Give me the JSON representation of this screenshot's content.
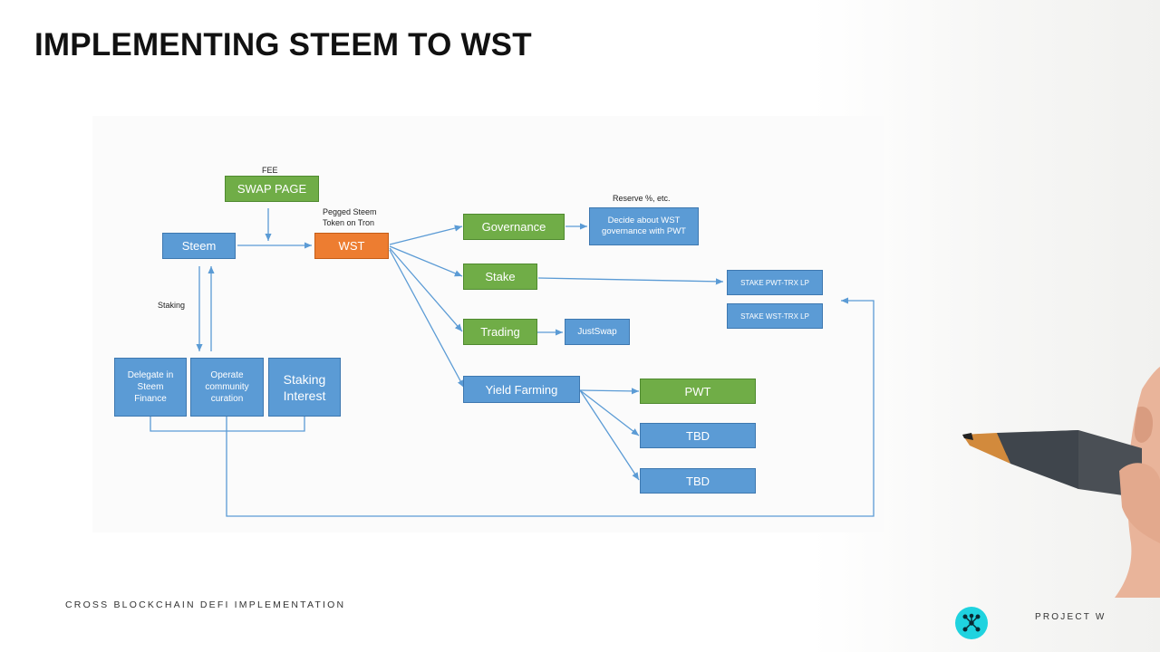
{
  "slide": {
    "title": "IMPLEMENTING STEEM TO WST",
    "footer_left": "CROSS BLOCKCHAIN DEFI IMPLEMENTATION",
    "footer_right": "PROJECT W",
    "logo_icon": "network-logo-icon",
    "accent_color": "#1fd3df"
  },
  "diagram": {
    "colors": {
      "blue": "#5b9bd5",
      "green": "#70ad47",
      "orange": "#ed7d31",
      "line": "#5b9bd5"
    },
    "labels": {
      "fee": "FEE",
      "pegged_1": "Pegged Steem",
      "pegged_2": "Token on Tron",
      "reserve": "Reserve %, etc.",
      "staking": "Staking"
    },
    "nodes": {
      "swap_page": "SWAP PAGE",
      "steem": "Steem",
      "wst": "WST",
      "governance": "Governance",
      "decide_1": "Decide about WST",
      "decide_2": "governance with PWT",
      "stake": "Stake",
      "trading": "Trading",
      "justswap": "JustSwap",
      "yield_farming": "Yield Farming",
      "stake_pwt_trx": "STAKE PWT-TRX LP",
      "stake_wst_trx": "STAKE WST-TRX LP",
      "pwt": "PWT",
      "tbd_1": "TBD",
      "tbd_2": "TBD",
      "delegate_1": "Delegate in",
      "delegate_2": "Steem",
      "delegate_3": "Finance",
      "operate_1": "Operate",
      "operate_2": "community",
      "operate_3": "curation",
      "staking_interest_1": "Staking",
      "staking_interest_2": "Interest"
    }
  }
}
